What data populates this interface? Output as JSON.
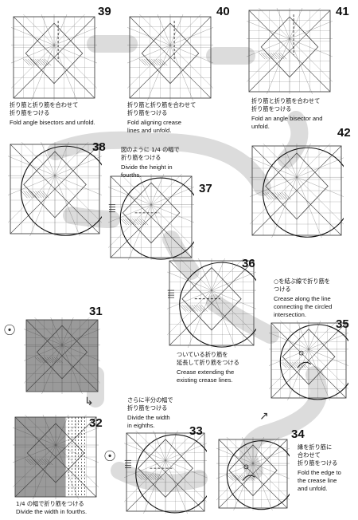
{
  "steps": [
    {
      "num": "39",
      "jp1": "折り筋と折り筋を合わせて",
      "jp2": "折り筋をつける",
      "en1": "Fold angle bisectors and unfold.",
      "en2": ""
    },
    {
      "num": "40",
      "jp1": "折り筋と折り筋を合わせて",
      "jp2": "折り筋をつける",
      "en1": "Fold aligning crease",
      "en2": "lines and unfold."
    },
    {
      "num": "41",
      "jp1": "折り筋と折り筋を合わせて",
      "jp2": "折り筋をつける",
      "en1": "Fold an angle bisector and",
      "en2": "unfold."
    },
    {
      "num": "42",
      "jp1": "",
      "jp2": "",
      "en1": "",
      "en2": ""
    },
    {
      "num": "38",
      "jp1": "",
      "jp2": "",
      "en1": "",
      "en2": ""
    },
    {
      "num": "37",
      "jp1": "図のように 1/4 の幅で",
      "jp2": "折り筋をつける",
      "en1": "Divide the height in",
      "en2": "fourths."
    },
    {
      "num": "36",
      "jp1": "ついている折り筋を",
      "jp2": "延長して折り筋をつける",
      "en1": "Crease extending the",
      "en2": "existing crease lines."
    },
    {
      "num": "35",
      "jp1": "○を結ぶ線で折り筋を",
      "jp2": "つける",
      "en1": "Crease along the line",
      "en2": "connecting the circled",
      "en3": "intersection."
    },
    {
      "num": "31",
      "jp1": "",
      "jp2": "",
      "en1": "",
      "en2": ""
    },
    {
      "num": "32",
      "jp1": "1/4 の幅で折り筋をつける",
      "jp2": "",
      "en1": "Divide the width in fourths.",
      "en2": ""
    },
    {
      "num": "33",
      "jp1": "さらに半分の幅で",
      "jp2": "折り筋をつける",
      "en1": "Divide the width",
      "en2": "in eighths."
    },
    {
      "num": "34",
      "jp1": "縁を折り筋に",
      "jp2": "合わせて",
      "jp3": "折り筋をつける",
      "en1": "Fold the edge to",
      "en2": "the crease line",
      "en3": "and unfold."
    }
  ],
  "icons": {
    "turn_over": "turn-over-icon",
    "rotate": "rotate-icon"
  },
  "colors": {
    "path": "#d9d9d9",
    "line": "#444444",
    "shade": "#9a9a9a",
    "dark_shade": "#8a8a8a"
  }
}
